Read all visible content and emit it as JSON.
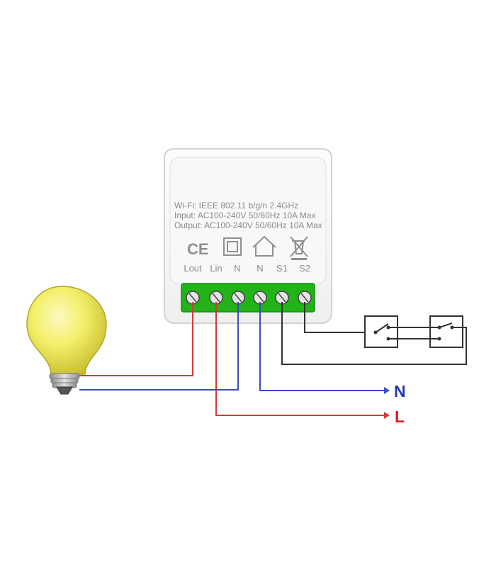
{
  "module": {
    "specs": [
      "Wi-Fi: IEEE 802.11 b/g/n 2.4GHz",
      "Input: AC100-240V 50/60Hz 10A Max",
      "Output: AC100-240V 50/60Hz 10A Max"
    ],
    "ce_mark": "CE",
    "terminals": [
      "Lout",
      "Lin",
      "N",
      "N",
      "S1",
      "S2"
    ]
  },
  "supply": {
    "neutral_label": "N",
    "live_label": "L",
    "neutral_color": "#2438b8",
    "live_color": "#dd1c1c"
  },
  "colors": {
    "wire_red": "#d63a3a",
    "wire_blue": "#3a4dc4",
    "wire_black": "#333333",
    "terminal_block": "#22b318",
    "bulb_glass": "#f4f06a",
    "bulb_base": "#b9b9b9"
  },
  "icons": [
    "ce-mark-icon",
    "class-ii-square-icon",
    "house-icon",
    "weee-bin-icon",
    "screw-terminal-icon",
    "two-way-switch-icon",
    "light-bulb-icon"
  ]
}
